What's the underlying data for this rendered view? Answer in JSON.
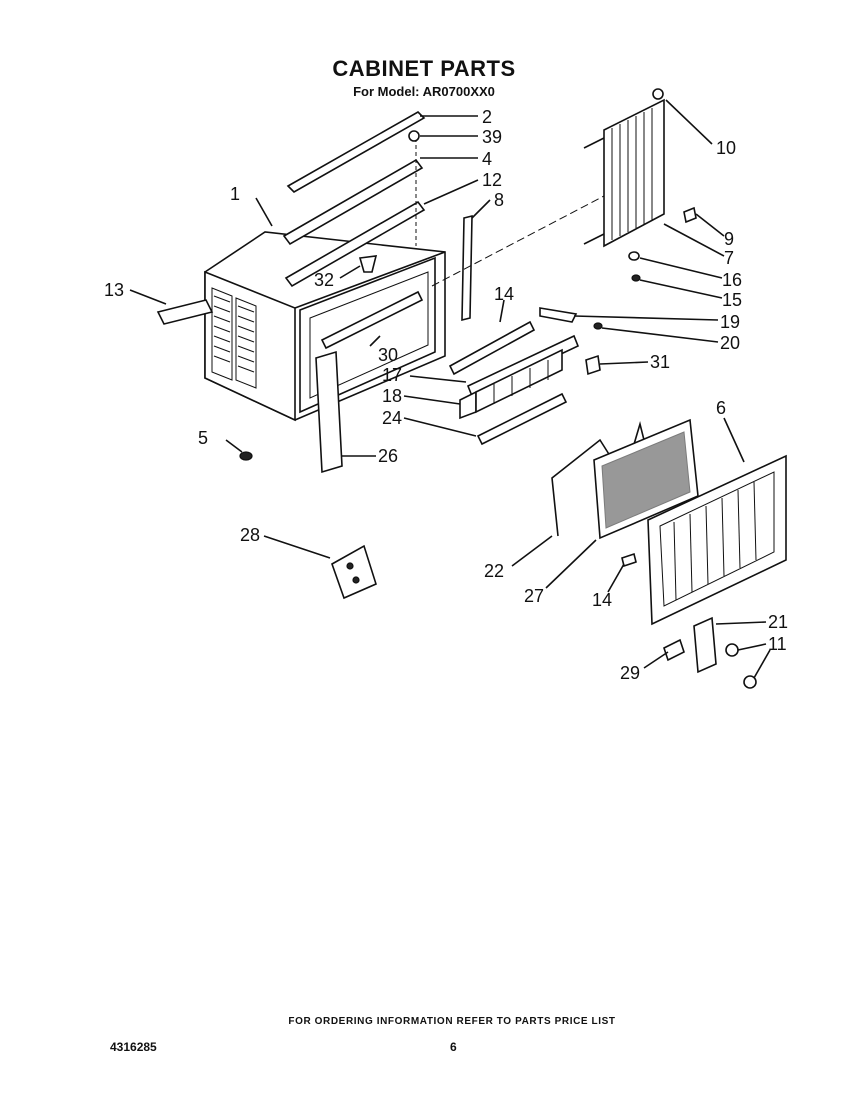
{
  "header": {
    "title": "CABINET PARTS",
    "model_line": "For Model: AR0700XX0"
  },
  "callouts": {
    "c1": "1",
    "c2": "2",
    "c4": "4",
    "c5": "5",
    "c6": "6",
    "c7": "7",
    "c8": "8",
    "c9": "9",
    "c10": "10",
    "c11": "11",
    "c12": "12",
    "c13": "13",
    "c14a": "14",
    "c14b": "14",
    "c15": "15",
    "c16": "16",
    "c17": "17",
    "c18": "18",
    "c19": "19",
    "c20": "20",
    "c21": "21",
    "c22": "22",
    "c24": "24",
    "c26": "26",
    "c27": "27",
    "c28": "28",
    "c29": "29",
    "c30": "30",
    "c31": "31",
    "c32": "32",
    "c39": "39"
  },
  "footer": {
    "note": "FOR ORDERING INFORMATION REFER TO PARTS PRICE LIST",
    "doc_number": "4316285",
    "page_number": "6"
  }
}
